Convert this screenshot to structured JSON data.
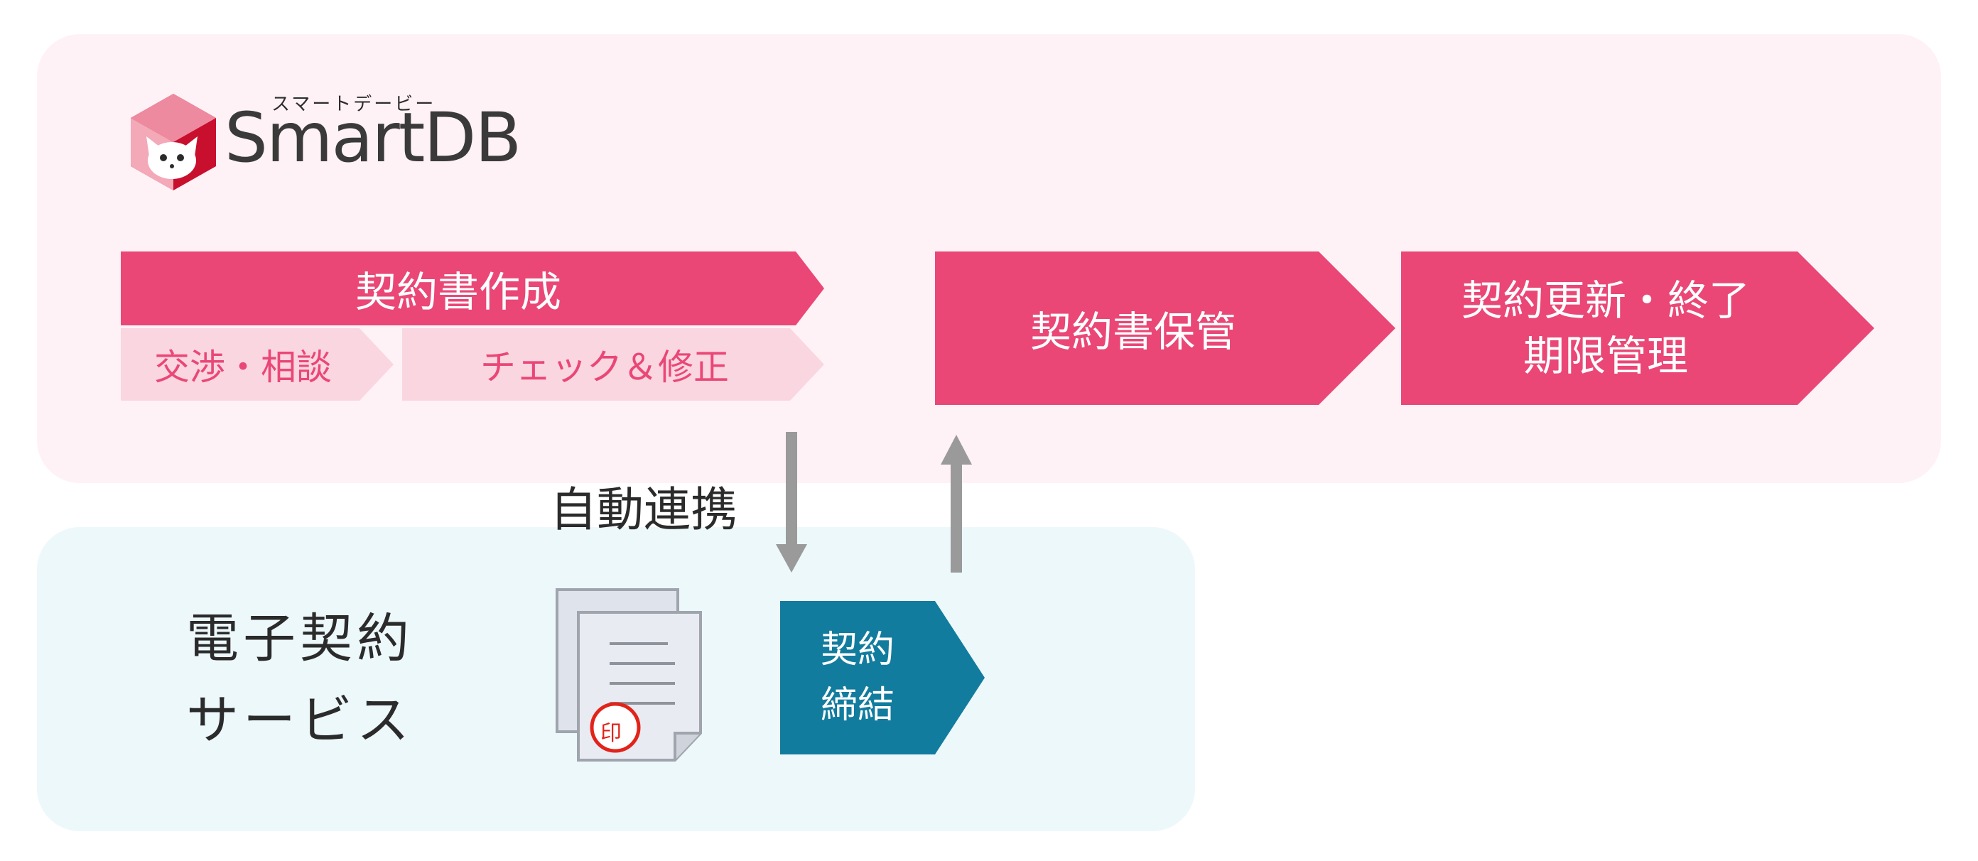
{
  "brand": {
    "ruby": "スマートデービー",
    "name": "SmartDB",
    "logo_icon": "smartdb-cube-logo-icon"
  },
  "smartdb_flow": {
    "creation": "契約書作成",
    "negotiation": "交渉・相談",
    "check": "チェック＆修正",
    "storage": "契約書保管",
    "renewal_line1": "契約更新・終了",
    "renewal_line2": "期限管理"
  },
  "integration": {
    "label": "自動連携"
  },
  "e_contract": {
    "title_line1": "電子契約",
    "title_line2": "サービス",
    "document_icon": "stamped-document-icon",
    "seal": "印",
    "signing_line1": "契約",
    "signing_line2": "締結"
  },
  "colors": {
    "pink_panel": "#fff2f6",
    "blue_panel": "#edf8fb",
    "accent_pink": "#ea4776",
    "light_pink": "#fad6e1",
    "teal": "#127c9e",
    "arrow_gray": "#9a9a9a"
  }
}
